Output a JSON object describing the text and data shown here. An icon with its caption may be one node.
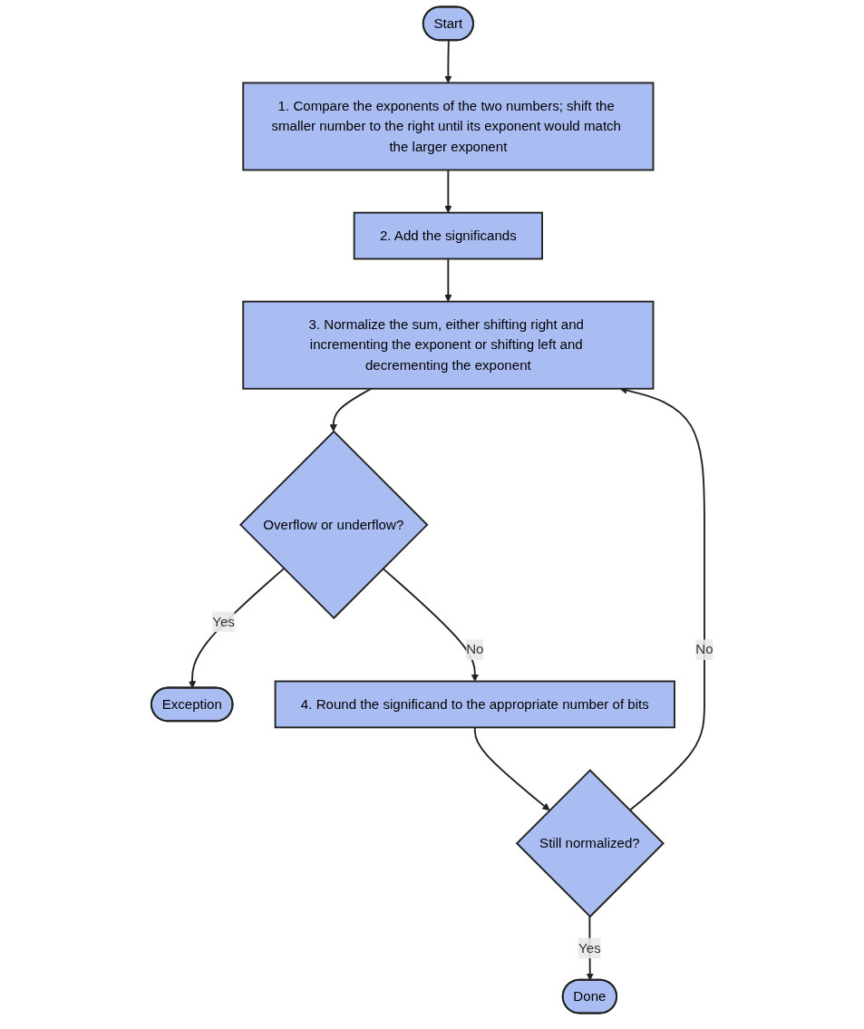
{
  "diagram": {
    "nodes": [
      {
        "text": [
          "Start"
        ]
      },
      {
        "text": [
          "1. Compare the exponents of the two numbers; shift the smaller number to the right until its exponent would match the larger exponent"
        ]
      },
      {
        "text": [
          "2. Add the significands"
        ]
      },
      {
        "text": [
          "3. Normalize the sum, either shifting right and incrementing the exponent or shifting left and decrementing the exponent"
        ]
      },
      {
        "text": [
          "Overflow or underflow?"
        ]
      },
      {
        "text": [
          "Exception"
        ]
      },
      {
        "text": [
          "4. Round the significand to the appropriate number of bits"
        ]
      },
      {
        "text": [
          "Still normalized?"
        ]
      },
      {
        "text": [
          "Done"
        ]
      }
    ],
    "edges": [
      {
        "from": 0,
        "to": 1,
        "arrow": "to"
      },
      {
        "from": 1,
        "to": 2,
        "arrow": "to"
      },
      {
        "from": 2,
        "to": 3,
        "arrow": "to"
      },
      {
        "from": 3,
        "to": 4,
        "arrow": "to"
      },
      {
        "from": 4,
        "to": 5,
        "label": "Yes",
        "arrow": "to"
      },
      {
        "from": 4,
        "to": 6,
        "label": "No",
        "arrow": "to"
      },
      {
        "from": 6,
        "to": 7,
        "arrow": "to"
      },
      {
        "from": 7,
        "to": 3,
        "label": "No",
        "arrow": "to"
      },
      {
        "from": 7,
        "to": 8,
        "label": "Yes",
        "arrow": "to"
      }
    ]
  }
}
